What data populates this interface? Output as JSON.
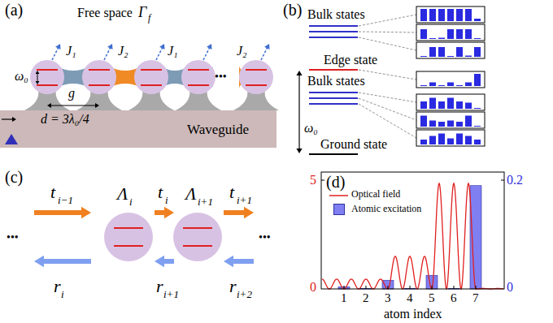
{
  "diagram": {
    "nodes": [
      {
        "text": [
          "Waveguide"
        ]
      }
    ],
    "labels": [
      "(a)",
      "Free space",
      "Γ",
      "f",
      "J₁",
      "J₂",
      "J₁",
      "J₂",
      "ω₀",
      "g",
      "d = 3λ₀/4",
      "•••",
      "(b)",
      "Bulk states",
      "Edge state",
      "Bulk states",
      "ω₀",
      "Ground state",
      "(c)",
      "t",
      "i−1",
      "Λ",
      "i",
      "t",
      "i",
      "Λ",
      "i+1",
      "t",
      "i+1",
      "r",
      "i",
      "r",
      "i+1",
      "r",
      "i+2",
      "•••",
      "•••",
      "(d)",
      "5",
      "0",
      "0.2",
      "0",
      "1",
      "2",
      "3",
      "4",
      "5",
      "6",
      "7",
      "atom index"
    ],
    "legend": [
      {
        "text": "Optical field"
      },
      {
        "text": "Atomic excitation",
        "color": "#7f7ff2"
      }
    ]
  }
}
